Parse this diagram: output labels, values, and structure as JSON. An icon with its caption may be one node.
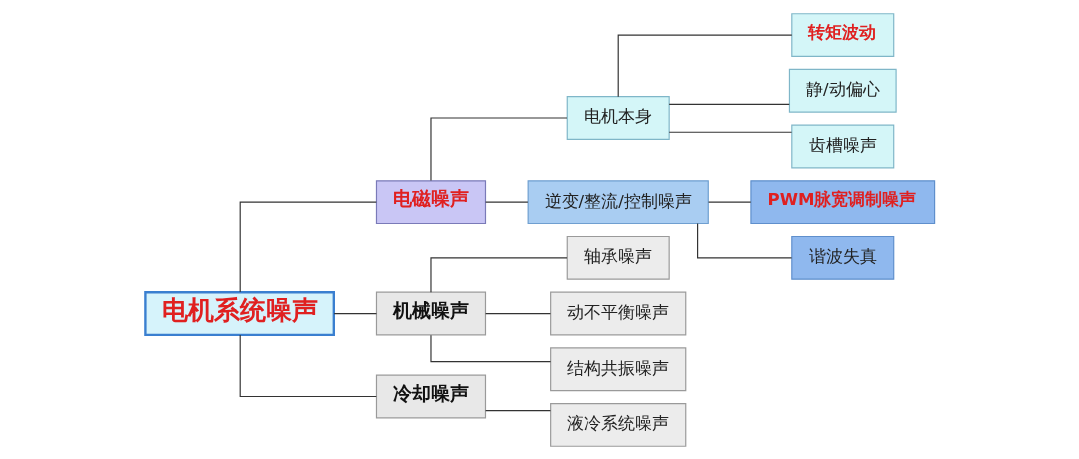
{
  "diagram": {
    "nodes": [
      {
        "text": [
          "电机系统噪声"
        ]
      },
      {
        "text": [
          "电磁噪声"
        ]
      },
      {
        "text": [
          "电机本身"
        ]
      },
      {
        "text": [
          "转矩波动"
        ]
      },
      {
        "text": [
          "静/动偏心"
        ]
      },
      {
        "text": [
          "齿槽噪声"
        ]
      },
      {
        "text": [
          "逆变/整流/控制噪声"
        ]
      },
      {
        "text": [
          "PWM脉宽调制噪声"
        ]
      },
      {
        "text": [
          "谐波失真"
        ]
      },
      {
        "text": [
          "机械噪声"
        ]
      },
      {
        "text": [
          "轴承噪声"
        ]
      },
      {
        "text": [
          "动不平衡噪声"
        ]
      },
      {
        "text": [
          "结构共振噪声"
        ]
      },
      {
        "text": [
          "冷却噪声"
        ]
      },
      {
        "text": [
          "液冷系统噪声"
        ]
      }
    ],
    "edges": [
      {
        "from": 0,
        "to": 1,
        "arrow": "none"
      },
      {
        "from": 1,
        "to": 2,
        "arrow": "none"
      },
      {
        "from": 2,
        "to": 3,
        "arrow": "none"
      },
      {
        "from": 2,
        "to": 4,
        "arrow": "none"
      },
      {
        "from": 2,
        "to": 5,
        "arrow": "none"
      },
      {
        "from": 1,
        "to": 6,
        "arrow": "none"
      },
      {
        "from": 6,
        "to": 7,
        "arrow": "none"
      },
      {
        "from": 6,
        "to": 8,
        "arrow": "none"
      },
      {
        "from": 0,
        "to": 9,
        "arrow": "none"
      },
      {
        "from": 9,
        "to": 10,
        "arrow": "none"
      },
      {
        "from": 9,
        "to": 11,
        "arrow": "none"
      },
      {
        "from": 9,
        "to": 12,
        "arrow": "none"
      },
      {
        "from": 0,
        "to": 13,
        "arrow": "none"
      },
      {
        "from": 13,
        "to": 14,
        "arrow": "none"
      }
    ]
  }
}
